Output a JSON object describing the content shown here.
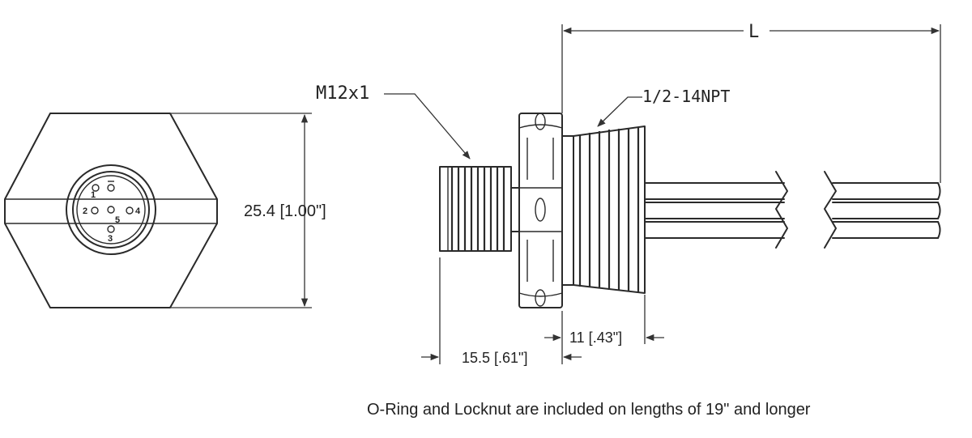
{
  "labels": {
    "thread_m12": "M12x1",
    "thread_npt": "1/2-14NPT",
    "length": "L",
    "hex_height": "25.4 [1.00\"]",
    "plug_length": "15.5 [.61\"]",
    "npt_length": "11 [.43\"]",
    "note": "O-Ring and Locknut are included on lengths of 19\" and longer"
  },
  "pins": [
    "1",
    "2",
    "3",
    "4",
    "5"
  ]
}
